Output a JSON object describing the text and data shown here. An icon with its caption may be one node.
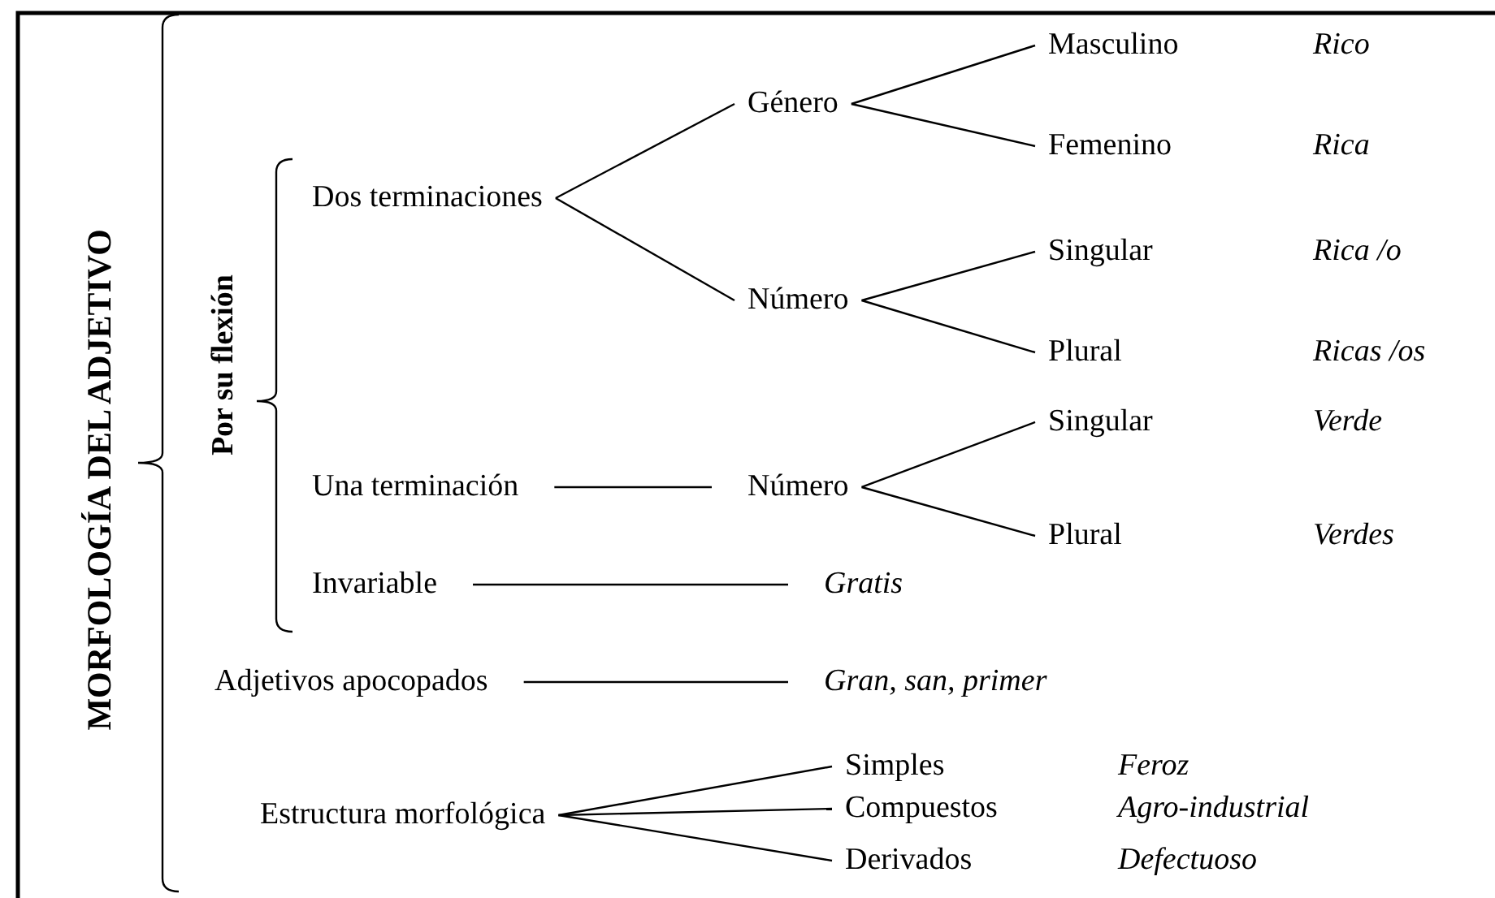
{
  "diagram": {
    "nodes": [
      {
        "text": [
          "MORFOLOGÍA DEL ADJETIVO"
        ]
      },
      {
        "text": [
          "Por su flexión"
        ]
      },
      {
        "text": [
          "Dos terminaciones"
        ]
      },
      {
        "text": [
          "Género"
        ]
      },
      {
        "text": [
          "Masculino"
        ]
      },
      {
        "text": [
          "Femenino"
        ]
      },
      {
        "text": [
          "Número"
        ]
      },
      {
        "text": [
          "Singular"
        ]
      },
      {
        "text": [
          "Plural"
        ]
      },
      {
        "text": [
          "Una terminación"
        ]
      },
      {
        "text": [
          "Número"
        ]
      },
      {
        "text": [
          "Singular"
        ]
      },
      {
        "text": [
          "Plural"
        ]
      },
      {
        "text": [
          "Invariable"
        ]
      },
      {
        "text": [
          "Gratis"
        ]
      },
      {
        "text": [
          "Adjetivos apocopados"
        ]
      },
      {
        "text": [
          "Gran, san, primer"
        ]
      },
      {
        "text": [
          "Estructura morfológica"
        ]
      },
      {
        "text": [
          "Simples"
        ]
      },
      {
        "text": [
          "Compuestos"
        ]
      },
      {
        "text": [
          "Derivados"
        ]
      }
    ],
    "edges": [
      {
        "from": 2,
        "to": 3,
        "arrow": "none"
      },
      {
        "from": 2,
        "to": 6,
        "arrow": "none"
      },
      {
        "from": 3,
        "to": 4,
        "arrow": "none"
      },
      {
        "from": 3,
        "to": 5,
        "arrow": "none"
      },
      {
        "from": 6,
        "to": 7,
        "arrow": "none"
      },
      {
        "from": 6,
        "to": 8,
        "arrow": "none"
      },
      {
        "from": 9,
        "to": 10,
        "arrow": "none"
      },
      {
        "from": 10,
        "to": 11,
        "arrow": "none"
      },
      {
        "from": 10,
        "to": 12,
        "arrow": "none"
      },
      {
        "from": 13,
        "to": 14,
        "arrow": "none"
      },
      {
        "from": 15,
        "to": 16,
        "arrow": "none"
      },
      {
        "from": 17,
        "to": 18,
        "arrow": "none"
      },
      {
        "from": 17,
        "to": 19,
        "arrow": "none"
      },
      {
        "from": 17,
        "to": 20,
        "arrow": "none"
      }
    ],
    "labels": [
      "Rico",
      "Rica",
      "Rica /o",
      "Ricas /os",
      "Verde",
      "Verdes",
      "Feroz",
      "Agro-industrial",
      "Defectuoso"
    ]
  }
}
